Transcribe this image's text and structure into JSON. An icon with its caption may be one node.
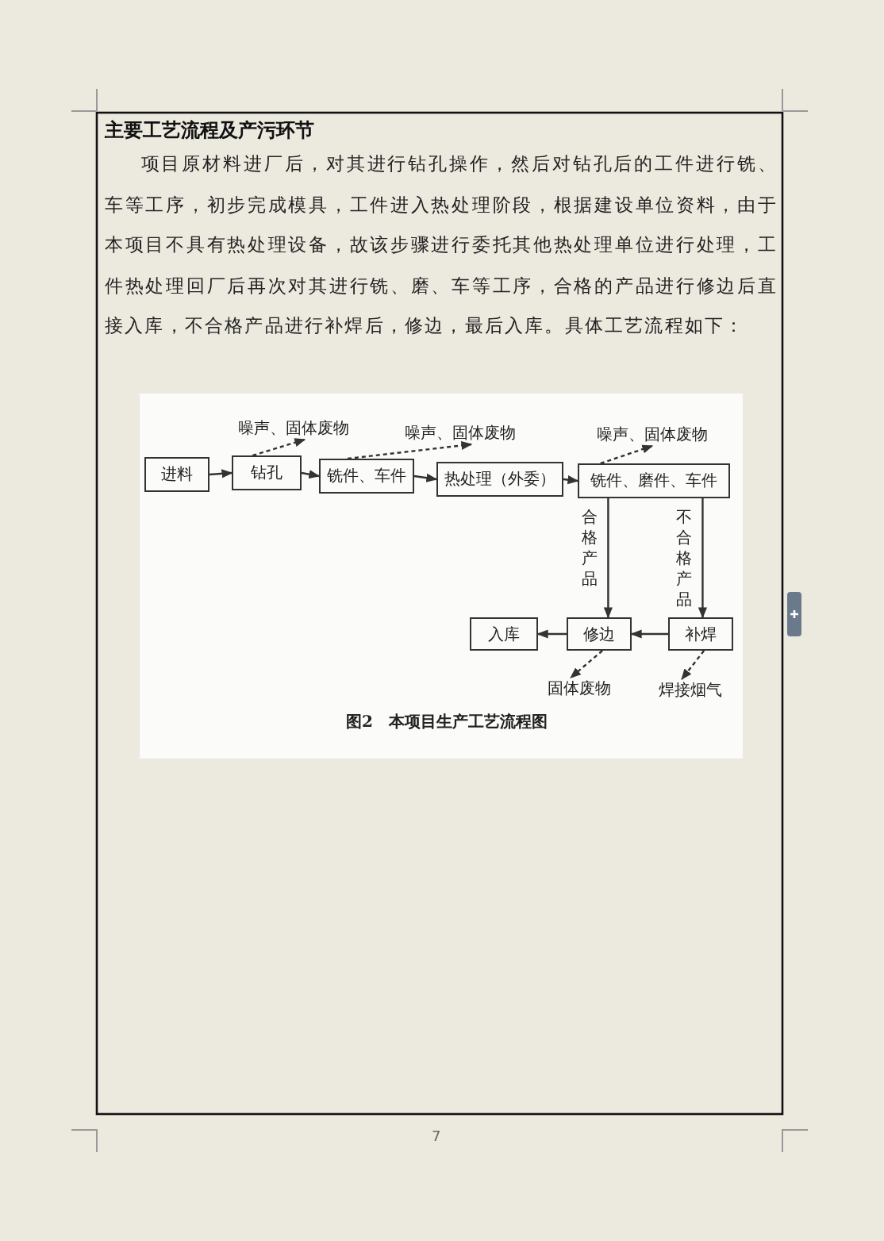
{
  "diagram": {
    "title": "主要工艺流程及产污环节",
    "caption": "图2　本项目生产工艺流程图",
    "nodes": [
      {
        "text": [
          "进料"
        ]
      },
      {
        "text": [
          "钻孔"
        ]
      },
      {
        "text": [
          "铣件、车件"
        ]
      },
      {
        "text": [
          "热处理（外委）"
        ]
      },
      {
        "text": [
          "铣件、磨件、车件"
        ]
      },
      {
        "text": [
          "入库"
        ]
      },
      {
        "text": [
          "修边"
        ]
      },
      {
        "text": [
          "补焊"
        ]
      },
      {
        "text": [
          "噪声、固体废物"
        ]
      },
      {
        "text": [
          "噪声、固体废物"
        ]
      },
      {
        "text": [
          "噪声、固体废物"
        ]
      },
      {
        "text": [
          "固体废物"
        ]
      },
      {
        "text": [
          "焊接烟气"
        ]
      }
    ],
    "edges": [
      {
        "from": 0,
        "to": 1,
        "arrow": "to"
      },
      {
        "from": 1,
        "to": 2,
        "arrow": "to"
      },
      {
        "from": 2,
        "to": 3,
        "arrow": "to"
      },
      {
        "from": 3,
        "to": 4,
        "arrow": "to"
      },
      {
        "from": 4,
        "to": 6,
        "arrow": "to",
        "label": "合格产品"
      },
      {
        "from": 4,
        "to": 7,
        "arrow": "to",
        "label": "不合格产品"
      },
      {
        "from": 7,
        "to": 6,
        "arrow": "to"
      },
      {
        "from": 6,
        "to": 5,
        "arrow": "to"
      },
      {
        "from": 1,
        "to": 8,
        "arrow": "to",
        "style": "dashed"
      },
      {
        "from": 2,
        "to": 9,
        "arrow": "to",
        "style": "dashed"
      },
      {
        "from": 4,
        "to": 10,
        "arrow": "to",
        "style": "dashed"
      },
      {
        "from": 6,
        "to": 11,
        "arrow": "to",
        "style": "dashed"
      },
      {
        "from": 7,
        "to": 12,
        "arrow": "to",
        "style": "dashed"
      }
    ],
    "labels": [
      "项目原材料进厂后，对其进行钻孔操作，然后对钻孔后的工件进行铣、车等工序，初步完成模具，工件进入热处理阶段，根据建设单位资料，由于本项目不具有热处理设备，故该步骤进行委托其他热处理单位进行处理，工件热处理回厂后再次对其进行铣、磨、车等工序，合格的产品进行修边后直接入库，不合格产品进行补焊后，修边，最后入库。具体工艺流程如下：",
      "7"
    ]
  }
}
